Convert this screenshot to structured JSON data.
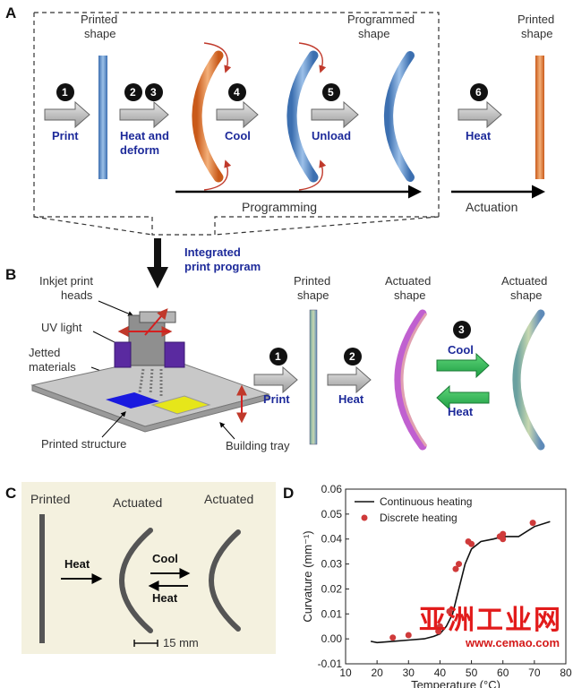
{
  "panelA": {
    "letter": "A",
    "printed_shape": [
      "Printed",
      "shape"
    ],
    "programmed_shape": [
      "Programmed",
      "shape"
    ],
    "printed_shape_right": [
      "Printed",
      "shape"
    ],
    "steps": [
      {
        "num": "1",
        "label": [
          "Print"
        ]
      },
      {
        "num": "2",
        "label": [
          "Heat and",
          "deform"
        ]
      },
      {
        "num": "3",
        "label": []
      },
      {
        "num": "4",
        "label": [
          "Cool"
        ]
      },
      {
        "num": "5",
        "label": [
          "Unload"
        ]
      },
      {
        "num": "6",
        "label": [
          "Heat"
        ]
      }
    ],
    "programming": "Programming",
    "actuation": "Actuation"
  },
  "integrated": [
    "Integrated",
    "print program"
  ],
  "panelB": {
    "letter": "B",
    "inkjet": [
      "Inkjet print",
      "heads"
    ],
    "uv": "UV light",
    "jetted": [
      "Jetted",
      "materials"
    ],
    "printed_structure": "Printed structure",
    "building_tray": "Building tray",
    "printed_shape": [
      "Printed",
      "shape"
    ],
    "actuated_shape_1": [
      "Actuated",
      "shape"
    ],
    "actuated_shape_2": [
      "Actuated",
      "shape"
    ],
    "step1": {
      "num": "1",
      "label": "Print"
    },
    "step2": {
      "num": "2",
      "label": "Heat"
    },
    "step3": {
      "num": "3",
      "cool": "Cool",
      "heat": "Heat"
    }
  },
  "panelC": {
    "letter": "C",
    "printed": "Printed",
    "actuated1": "Actuated",
    "actuated2": "Actuated",
    "heat": "Heat",
    "cool": "Cool",
    "heat2": "Heat",
    "scale": "15 mm"
  },
  "panelD": {
    "letter": "D"
  },
  "watermark": {
    "cn": "亚洲工业网",
    "url": "www.cemao.com"
  },
  "chart_data": {
    "type": "scatter",
    "xlabel": "Temperature (°C)",
    "ylabel": "Curvature (mm⁻¹)",
    "xlim": [
      10,
      80
    ],
    "ylim": [
      -0.01,
      0.06
    ],
    "xticks": [
      "10",
      "20",
      "30",
      "40",
      "50",
      "60",
      "70",
      "80"
    ],
    "yticks": [
      "-0.01",
      "0.00",
      "0.01",
      "0.02",
      "0.03",
      "0.04",
      "0.05",
      "0.06"
    ],
    "legend_placement": "top-left",
    "series": [
      {
        "name": "Continuous heating",
        "kind": "line",
        "color": "#111111",
        "x": [
          18,
          20,
          25,
          30,
          35,
          38,
          40,
          42,
          44,
          46,
          48,
          50,
          53,
          57,
          60,
          65,
          70,
          75
        ],
        "y": [
          -0.001,
          -0.0015,
          -0.001,
          -0.0005,
          0.0,
          0.001,
          0.002,
          0.005,
          0.01,
          0.02,
          0.03,
          0.036,
          0.039,
          0.04,
          0.041,
          0.041,
          0.045,
          0.047
        ]
      },
      {
        "name": "Discrete heating",
        "kind": "scatter",
        "color": "#cf3a3a",
        "x": [
          25,
          30,
          39.5,
          40,
          43,
          45,
          46,
          49,
          50,
          59,
          60,
          60,
          69.5
        ],
        "y": [
          0.0005,
          0.0015,
          0.003,
          0.005,
          0.011,
          0.028,
          0.03,
          0.039,
          0.038,
          0.041,
          0.042,
          0.04,
          0.0465
        ]
      }
    ]
  }
}
